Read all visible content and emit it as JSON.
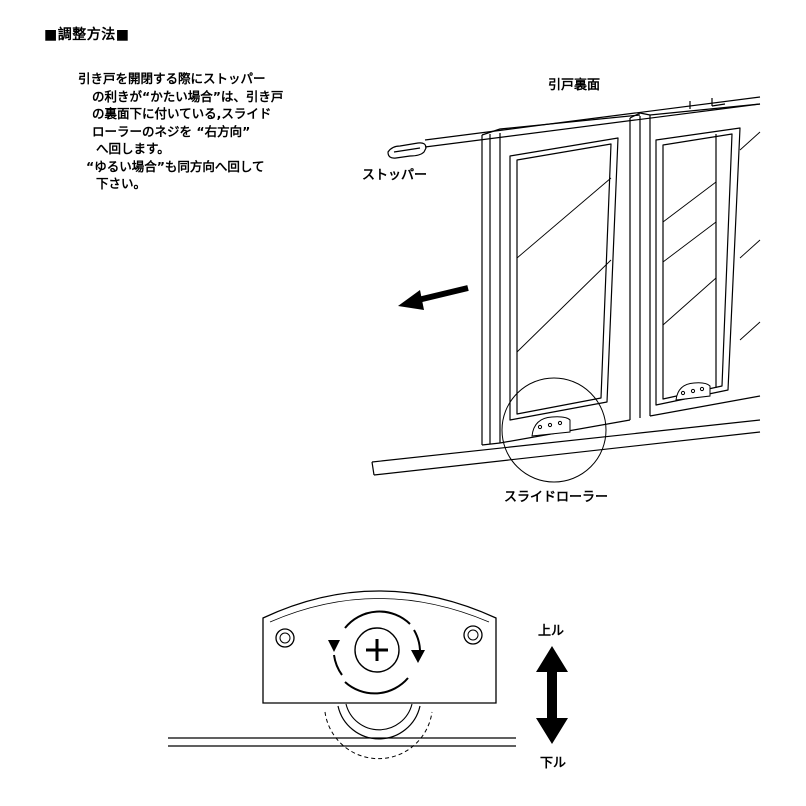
{
  "page": {
    "title": "■調整方法■"
  },
  "instructions": {
    "lines": [
      "引き戸を開閉する際にストッパー",
      "の利きが“かたい場合”は、引き戸",
      "の裏面下に付いている,スライド",
      "ローラーのネジを “右方向”",
      "へ回します。",
      "“ゆるい場合”も同方向へ回して",
      "下さい。"
    ]
  },
  "labels": {
    "door_back": "引戸裏面",
    "stopper": "ストッパー",
    "slide_roller": "スライドローラー",
    "up": "上ル",
    "down": "下ル"
  }
}
